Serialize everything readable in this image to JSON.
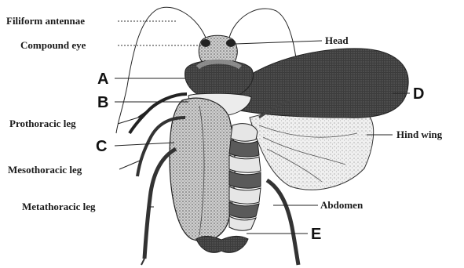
{
  "labels": {
    "filiform_antennae": "Filiform antennae",
    "compound_eye": "Compound eye",
    "head": "Head",
    "prothoracic_leg": "Prothoracic leg",
    "mesothoracic_leg": "Mesothoracic leg",
    "metathoracic_leg": "Metathoracic leg",
    "hind_wing": "Hind wing",
    "abdomen": "Abdomen"
  },
  "letters": {
    "a": "A",
    "b": "B",
    "c": "C",
    "d": "D",
    "e": "E"
  },
  "colors": {
    "ink": "#1a1a1a",
    "dark_fill": "#3a3a3a",
    "stipple": "#8a8a8a",
    "light_fill": "#d8d8d8"
  }
}
